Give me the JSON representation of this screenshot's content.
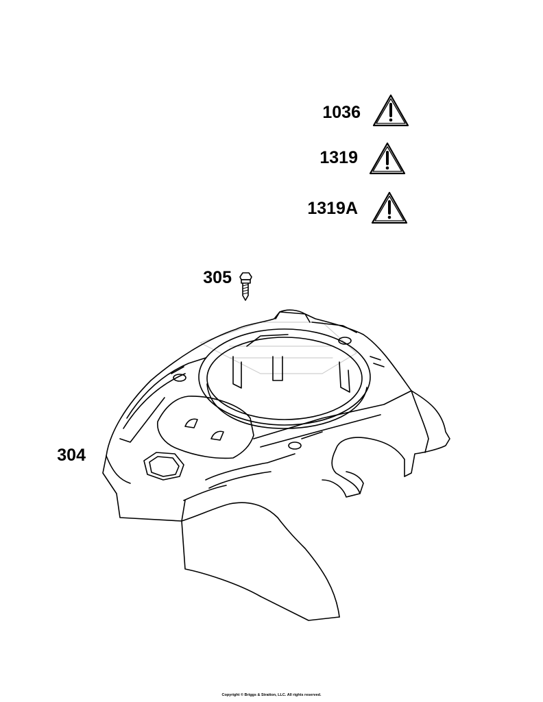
{
  "callouts": {
    "part_1036": "1036",
    "part_1319": "1319",
    "part_1319a": "1319A",
    "part_305": "305",
    "part_304": "304"
  },
  "icons": [
    "warning-triangle-icon",
    "warning-triangle-icon",
    "warning-triangle-icon"
  ],
  "footer": {
    "copyright": "Copyright © Briggs & Stratton, LLC. All rights reserved."
  }
}
